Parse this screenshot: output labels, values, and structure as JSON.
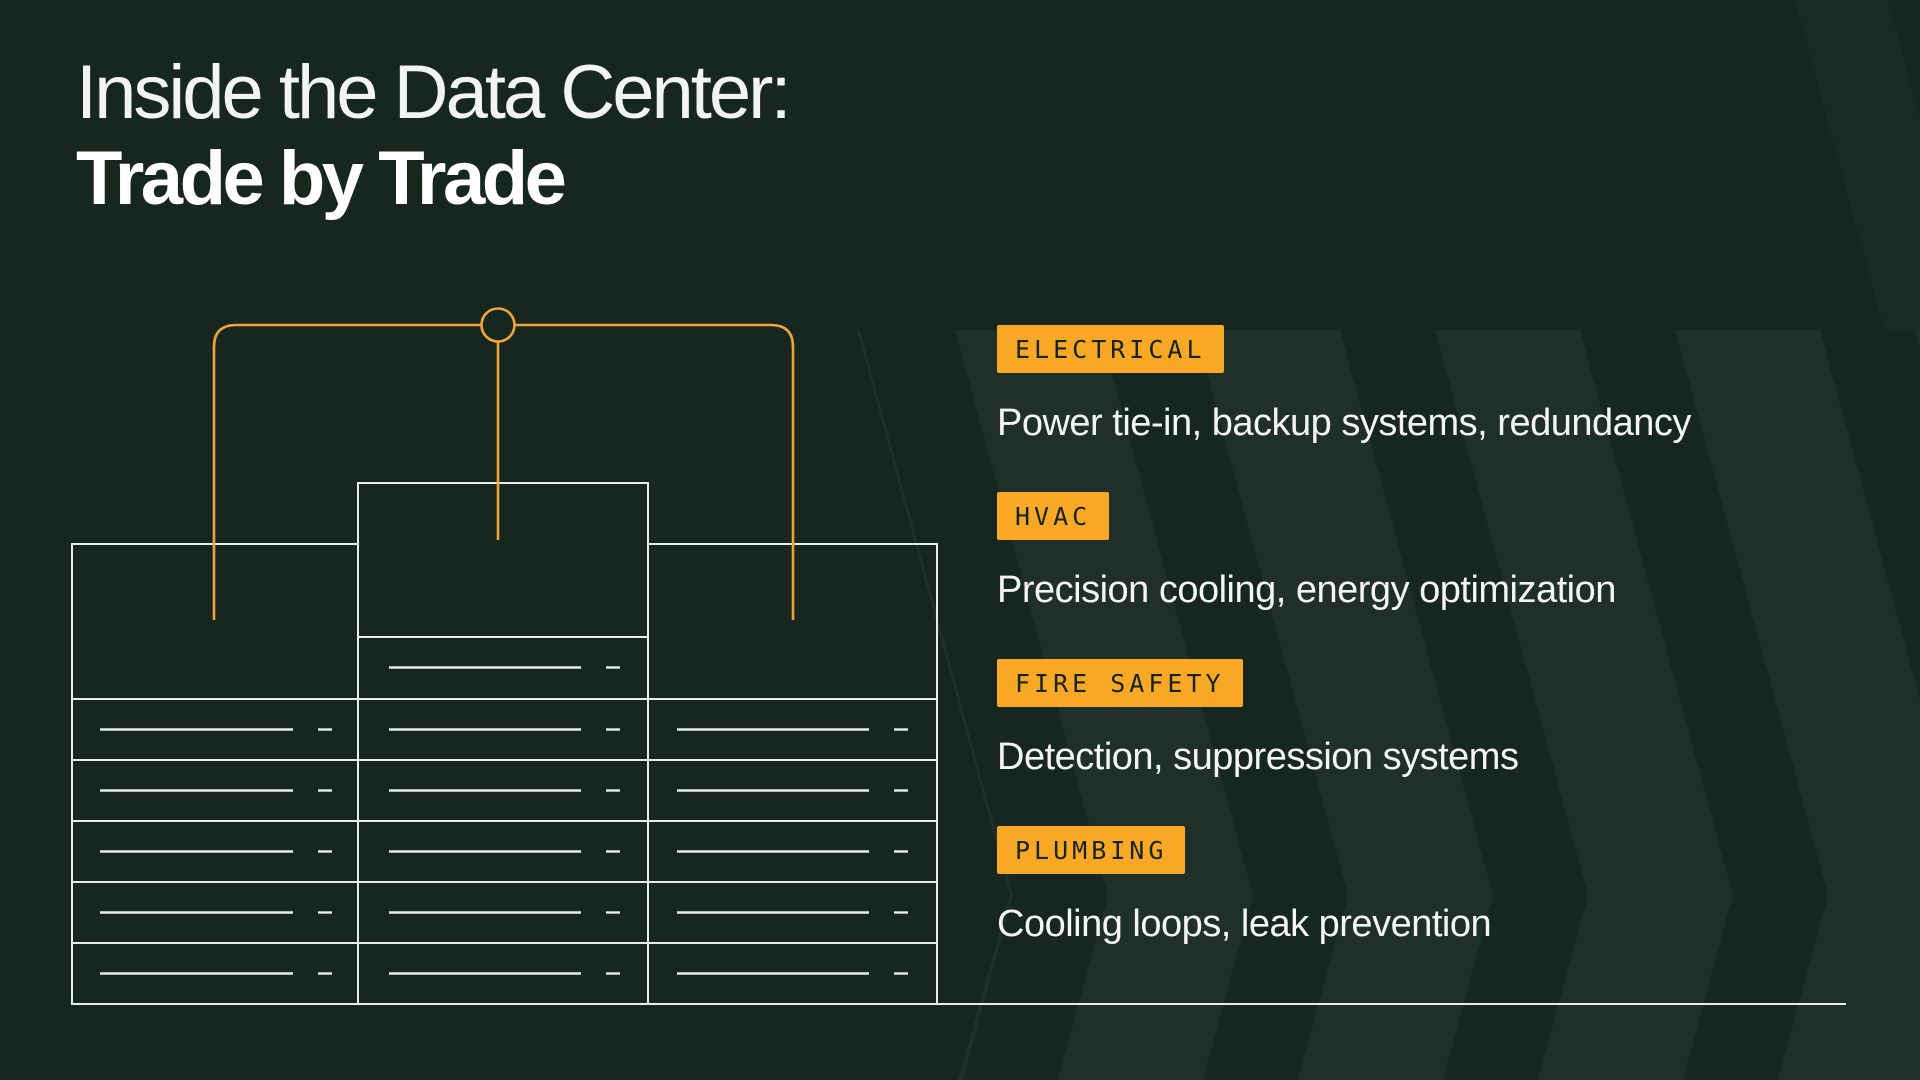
{
  "title": {
    "line1": "Inside the Data Center:",
    "line2": "Trade by Trade"
  },
  "trades": [
    {
      "label": "ELECTRICAL",
      "description": "Power tie-in, backup systems, redundancy"
    },
    {
      "label": "HVAC",
      "description": "Precision cooling, energy optimization"
    },
    {
      "label": "FIRE SAFETY",
      "description": "Detection, suppression systems"
    },
    {
      "label": "PLUMBING",
      "description": "Cooling loops, leak prevention"
    }
  ],
  "diagram": {
    "name": "server-rack-elevation-with-power-feed",
    "racks": 3,
    "junction_icon": "circle-node-icon"
  },
  "colors": {
    "background": "#17261F",
    "chevron_band": "#202F28",
    "badge_background": "#F9A825",
    "badge_text": "#15241C",
    "circuit_orange": "#F0A43C",
    "diagram_stroke": "#E7EEE8",
    "body_text": "#F2F5F2",
    "title_text": "#FFFFFF"
  }
}
